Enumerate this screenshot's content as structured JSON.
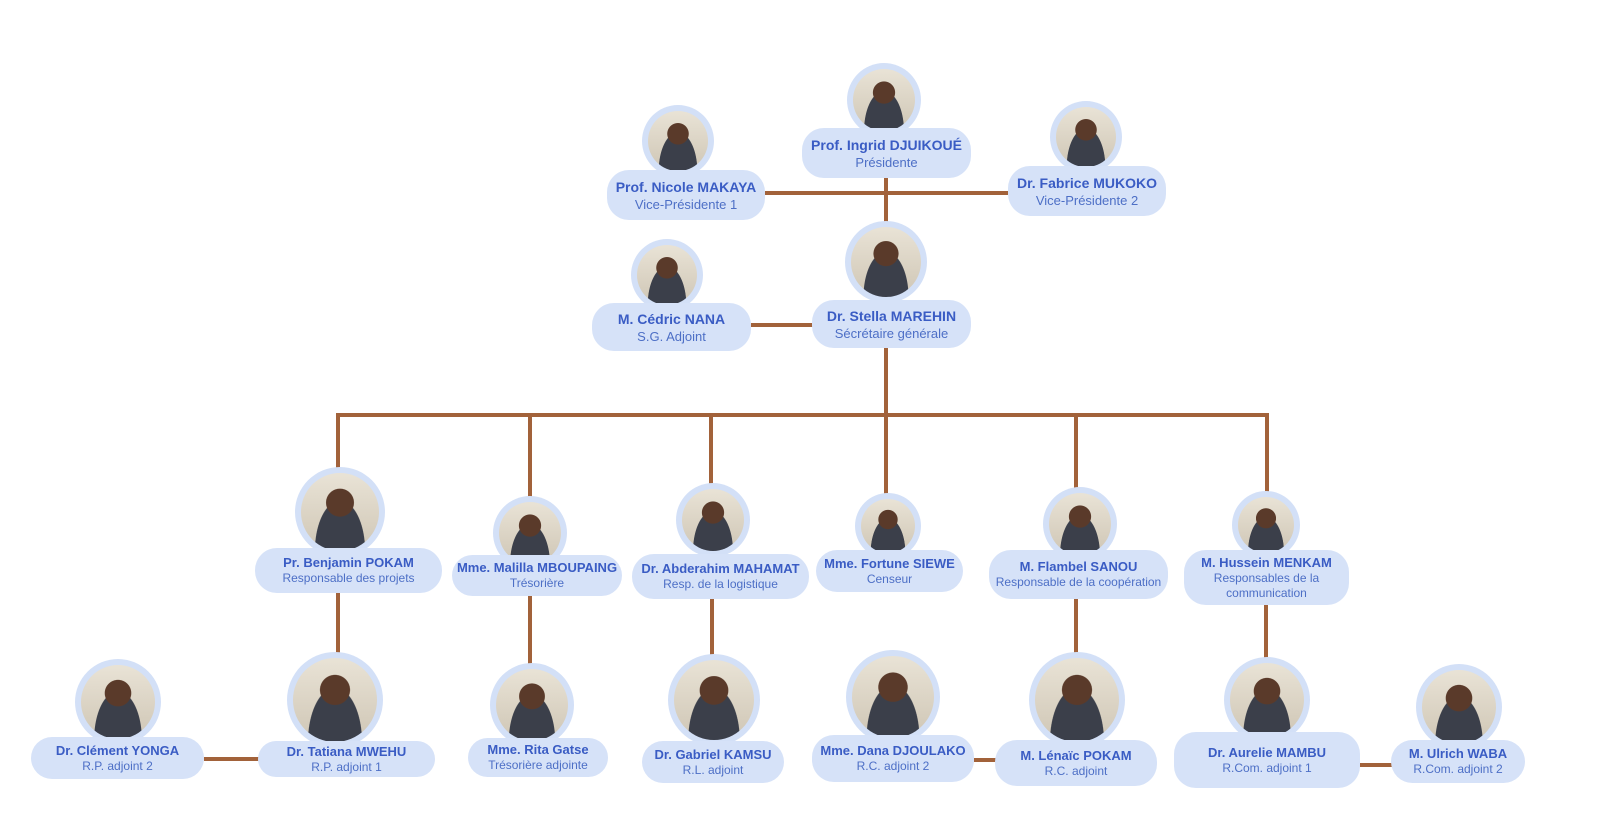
{
  "members": [
    {
      "name": "Prof. Ingrid DJUIKOUÉ",
      "role": "Présidente"
    },
    {
      "name": "Prof. Nicole  MAKAYA",
      "role": "Vice-Présidente 1"
    },
    {
      "name": "Dr. Fabrice MUKOKO",
      "role": "Vice-Présidente 2"
    },
    {
      "name": "Dr. Stella MAREHIN",
      "role": "Sécrétaire générale"
    },
    {
      "name": "M. Cédric NANA",
      "role": "S.G. Adjoint"
    },
    {
      "name": "Pr. Benjamin POKAM",
      "role": "Responsable des projets"
    },
    {
      "name": "Mme. Malilla MBOUPAING",
      "role": "Trésorière"
    },
    {
      "name": "Dr. Abderahim MAHAMAT",
      "role": "Resp. de la logistique"
    },
    {
      "name": "Mme. Fortune SIEWE",
      "role": "Censeur"
    },
    {
      "name": "M. Flambel SANOU",
      "role": "Responsable de la coopération"
    },
    {
      "name": "M. Hussein MENKAM",
      "role": "Responsables de la communication"
    },
    {
      "name": "Dr. Clément YONGA",
      "role": "R.P. adjoint 2"
    },
    {
      "name": "Dr. Tatiana MWEHU",
      "role": "R.P. adjoint 1"
    },
    {
      "name": "Mme. Rita Gatse",
      "role": "Trésorière adjointe"
    },
    {
      "name": "Dr. Gabriel KAMSU",
      "role": "R.L. adjoint"
    },
    {
      "name": "Mme. Dana DJOULAKO",
      "role": "R.C. adjoint 2"
    },
    {
      "name": "M. Lénaïc POKAM",
      "role": "R.C. adjoint"
    },
    {
      "name": "Dr. Aurelie MAMBU",
      "role": "R.Com. adjoint 1"
    },
    {
      "name": "M. Ulrich WABA",
      "role": "R.Com. adjoint 2"
    }
  ],
  "colors": {
    "connector": "#a2623a",
    "card": "#d6e2f8",
    "name_text": "#3a5cc4",
    "ring": "#d3e0f7"
  }
}
